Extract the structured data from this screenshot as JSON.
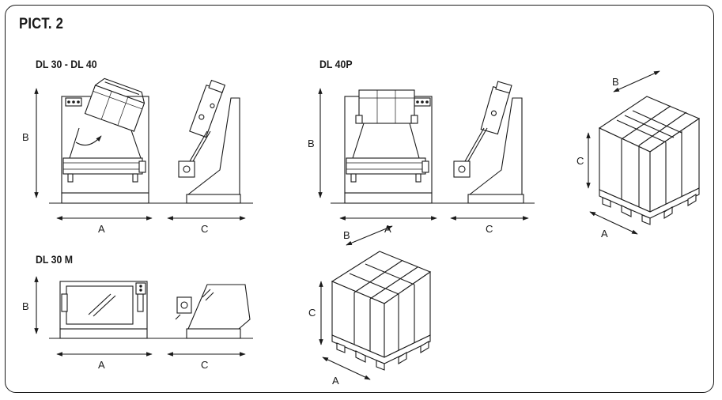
{
  "page": {
    "title": "PICT. 2"
  },
  "models": {
    "dl30_40": "DL 30 - DL 40",
    "dl40p": "DL 40P",
    "dl30m": "DL 30 M"
  },
  "dimensions": {
    "a": "A",
    "b": "B",
    "c": "C"
  },
  "colors": {
    "line": "#1a1a1a",
    "background": "#ffffff"
  }
}
